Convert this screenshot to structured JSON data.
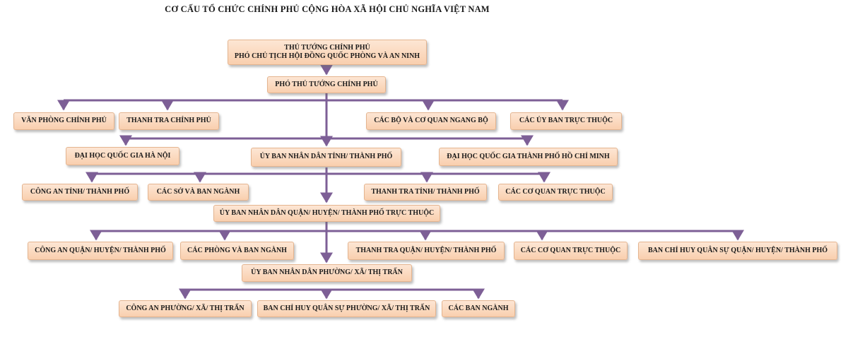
{
  "title": "CƠ CẤU TỔ CHỨC CHÍNH PHỦ CỘNG HÒA XÃ HỘI CHỦ NGHĨA VIỆT NAM",
  "colors": {
    "connector": "#7d5f96",
    "box_fill": "#fbd9be",
    "box_border": "#e4b48f"
  },
  "nodes": {
    "pm": {
      "lines": [
        "THỦ TƯỚNG CHÍNH PHỦ",
        "PHÓ CHỦ TỊCH HỘI ĐỒNG QUỐC PHÒNG VÀ AN NINH"
      ]
    },
    "dpm": {
      "label": "PHÓ THỦ TƯỚNG CHÍNH PHỦ"
    },
    "vpcp": {
      "label": "VĂN PHÒNG CHÍNH PHỦ"
    },
    "ttcp": {
      "label": "THANH TRA CHÍNH PHỦ"
    },
    "cacbo": {
      "label": "CÁC BỘ VÀ CƠ QUAN NGANG BỘ"
    },
    "uytt": {
      "label": "CÁC ỦY BAN TRỰC THUỘC"
    },
    "dhhn": {
      "label": "ĐẠI HỌC QUỐC GIA HÀ NỘI"
    },
    "ubtinh": {
      "label": "ỦY BAN NHÂN DÂN TỈNH/ THÀNH PHỐ"
    },
    "dhhcm": {
      "label": "ĐẠI HỌC QUỐC GIA THÀNH PHỐ HỒ CHÍ MINH"
    },
    "catinh": {
      "label": "CÔNG AN TỈNH/ THÀNH PHỐ"
    },
    "caso": {
      "label": "CÁC SỞ VÀ BAN NGÀNH"
    },
    "tttinh": {
      "label": "THANH TRA TỈNH/ THÀNH PHỐ"
    },
    "cqtt1": {
      "label": "CÁC CƠ QUAN TRỰC THUỘC"
    },
    "ubquan": {
      "label": "ỦY BAN NHÂN DÂN QUẬN/ HUYỆN/ THÀNH PHỐ TRỰC THUỘC"
    },
    "caquan": {
      "label": "CÔNG AN QUẬN/ HUYỆN/ THÀNH PHỐ"
    },
    "cacphong": {
      "label": "CÁC PHÒNG VÀ BAN NGÀNH"
    },
    "ttquan": {
      "label": "THANH TRA QUẬN/ HUYỆN/ THÀNH PHỐ"
    },
    "cqtt2": {
      "label": "CÁC CƠ QUAN TRỰC THUỘC"
    },
    "bchquan": {
      "label": "BAN CHỈ HUY QUÂN SỰ QUẬN/ HUYỆN/ THÀNH PHỐ"
    },
    "ubphuong": {
      "label": "ỦY BAN NHÂN DÂN PHƯỜNG/ XÃ/ THỊ TRẤN"
    },
    "caphuong": {
      "label": "CÔNG AN PHƯỜNG/ XÃ/ THỊ TRẤN"
    },
    "bchphuong": {
      "label": "BAN CHỈ HUY QUÂN SỰ PHƯỜNG/ XÃ/ THỊ TRẤN"
    },
    "cacban": {
      "label": "CÁC BAN NGÀNH"
    }
  }
}
